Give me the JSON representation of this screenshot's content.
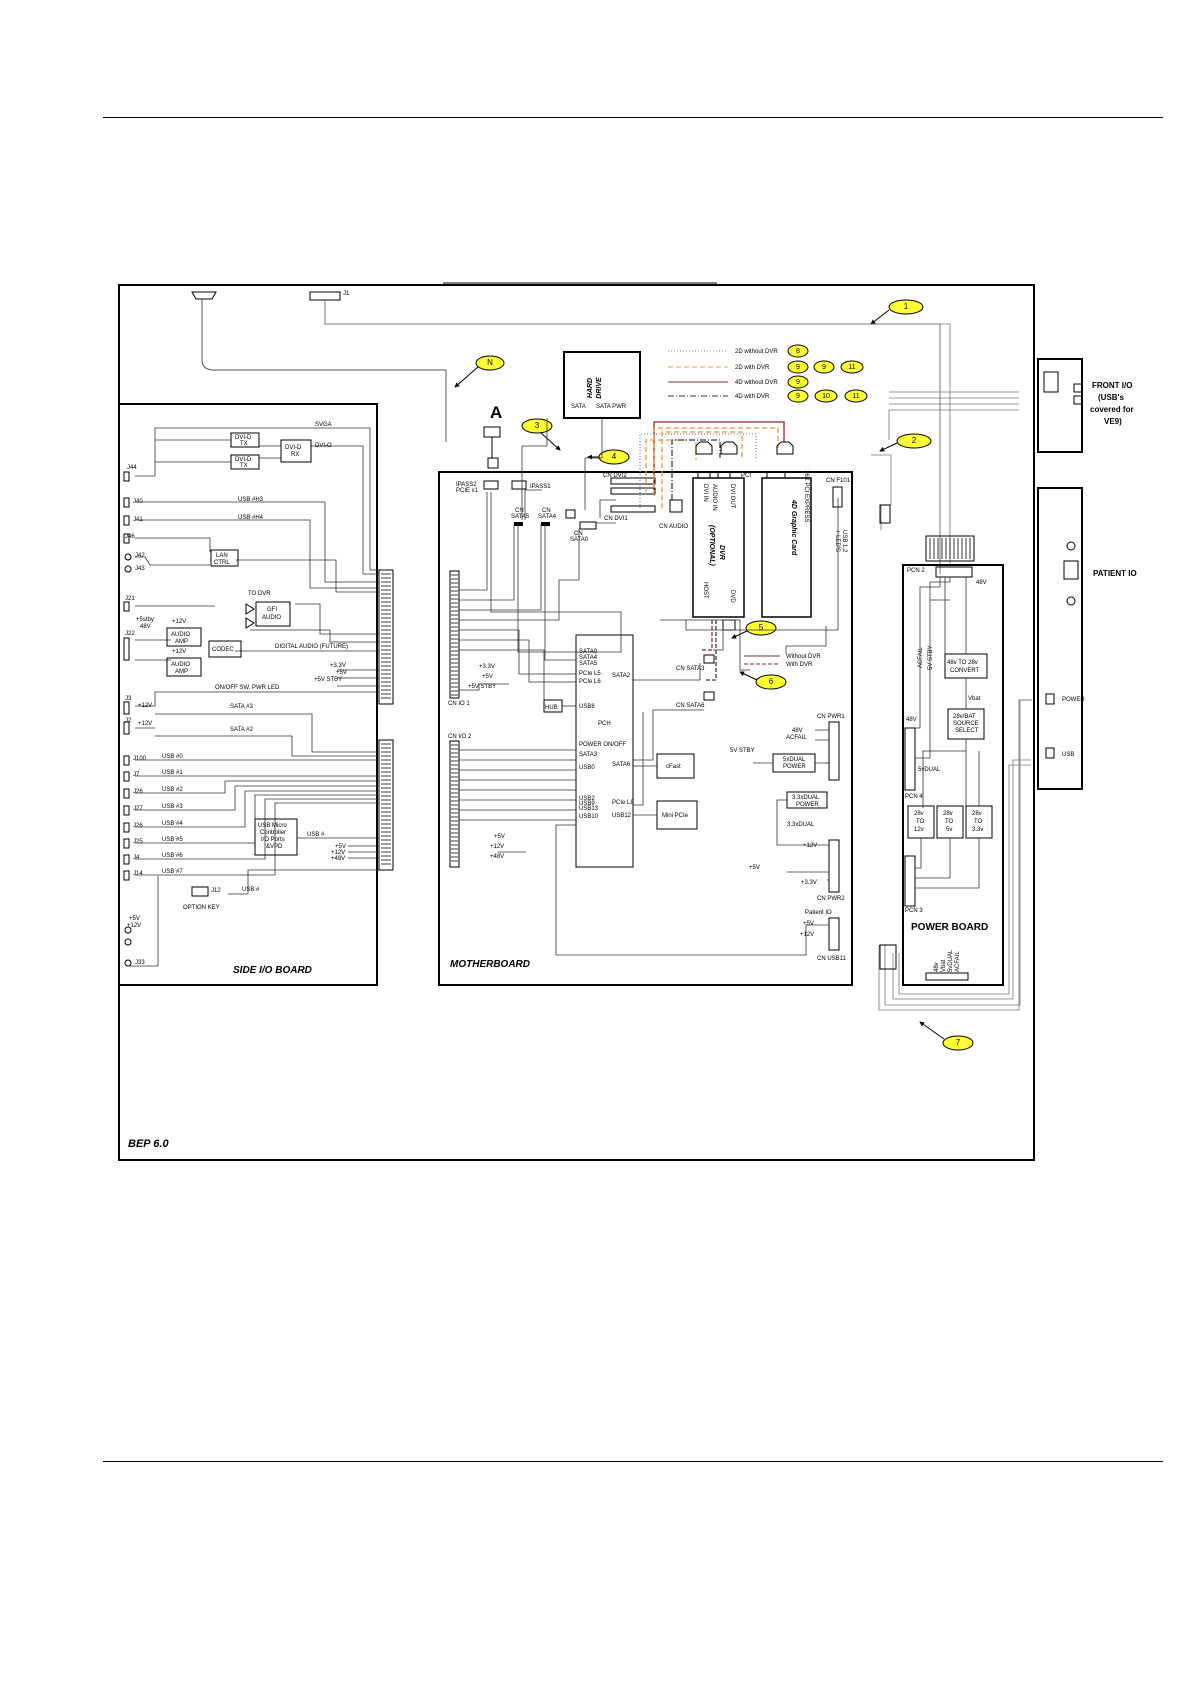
{
  "figure": {
    "board_title": "BEP 6.0",
    "side_io": {
      "title": "SIDE I/O BOARD",
      "connectors": [
        "J44",
        "J40",
        "J41",
        "J46",
        "J42",
        "J43",
        "J21",
        "J22",
        "J3",
        "J2",
        "J100",
        "J7",
        "J26",
        "J27",
        "J26",
        "J25",
        "J4",
        "J14",
        "J33"
      ],
      "labels": {
        "svga": "SVGA",
        "dvi_tx1": "DVI-D TX",
        "dvi_tx2": "DVI-D TX",
        "dvi_rx": "DVI-D RX",
        "dvi_o": "DVI-O",
        "usb_h3": "USB #H3",
        "usb_h4": "USB #H4",
        "lan": "LAN CTRL",
        "to_dvr": "TO DVR",
        "gfi_audio": "GFI AUDIO",
        "audio_amp1": "AUDIO AMP",
        "audio_amp2": "AUDIO AMP",
        "codec": "CODEC",
        "digital_audio": "DIGITAL AUDIO (FUTURE)",
        "p12v_a": "+12V",
        "p12v_b": "+12V",
        "p5stby_48v": "+5stby 48V",
        "rails": "+3.3V +5V +5V STBY",
        "pwr_led": "ON/OFF SW. PWR LED",
        "sata3": "SATA #3",
        "sata2": "SATA #2",
        "p12v_j3": "+12V",
        "p12v_j2": "+12V",
        "usb0": "USB #0",
        "usb1": "USB #1",
        "usb2": "USB #2",
        "usb3": "USB #3",
        "usb4": "USB #4",
        "usb5": "USB #5",
        "usb6": "USB #6",
        "usb7": "USB #7",
        "usb_micro": "USB Micro Controller I/O Ports &VPD",
        "usb_hash": "USB #",
        "pwr_rails2": "+5V +12V +48V",
        "usb9": "USB #",
        "j12": "J12",
        "option_key": "OPTION KEY",
        "p5v_p12v": "+5V +12V"
      }
    },
    "motherboard": {
      "title": "MOTHERBOARD",
      "labels": {
        "ipass2": "IPASS2 PCIE x1",
        "ipass1": "IPASS1",
        "cn_sata5": "CN SATA5",
        "cn_sata4": "CN SATA4",
        "cn_sata0": "CN SATA0",
        "cn_dvi2": "CN DVI2",
        "cn_dvi1": "CN DVI1",
        "cn_audio": "CN AUDIO",
        "pci": "PCI",
        "pcie16": "16X PCI EXPRESS",
        "cn_f101": "CN F101",
        "usb_leds": "USB 1,2 + LED'S",
        "dvr": "DVR (OPTIONAL)",
        "dvi_in": "DVI IN",
        "audio_in": "AUDIO IN",
        "dvi_out": "DVI OUT",
        "host": "HOST",
        "dvd": "DVD",
        "graphic_card": "4D Graphic Card",
        "cn_io1": "CN IO 1",
        "cn_io2": "CN I/O 2",
        "rails_io1": "+3.3V +5V +5V STBY",
        "pch": "PCH",
        "sata0": "SATA0",
        "sata4": "SATA4",
        "sata5": "SATA5",
        "pcie_l5": "PCIe L5",
        "pcie_l6": "PCIe L6",
        "sata2": "SATA2",
        "cn_sata3": "CN SATA3",
        "cn_sata6": "CN SATA6",
        "hub": "HUB",
        "usb8": "USB8",
        "power_onoff": "POWER ON/OFF",
        "sata3": "SATA3",
        "sata6": "SATA6",
        "usb0": "USB0",
        "cfast": "cFast",
        "usb_group": "USB2 USB9 USB13",
        "pcie_l8": "PCIe L8",
        "mini_pcie": "Mini PCIe",
        "usb10": "USB10",
        "usb12": "USB12",
        "rails_bottom": "+5V +12V +48V",
        "without_dvr": "Without DVR",
        "with_dvr": "With DVR",
        "cn_pwr1": "CN PWR1",
        "v48_acfail": "48V ACFAIL",
        "v5stby": "5V STBY",
        "v5dual_power": "5xDUAL POWER",
        "v33dual_power": "3.3xDUAL POWER",
        "v33dual": "3.3xDUAL",
        "p12v": "+12V",
        "p5v": "+5V",
        "p33v": "+3.3V",
        "cn_pwr2": "CN PWR2",
        "patient_io": "Patient IO",
        "p5v_p12v": "+5V +12V",
        "cn_usb11": "CN USB11"
      }
    },
    "hard_drive": {
      "title": "HARD DRIVE",
      "sata": "SATA",
      "sata_pwr": "SATA PWR"
    },
    "marker_a": "A",
    "j1": "J1",
    "legend": [
      {
        "label": "2D without DVR",
        "refs": [
          "8"
        ],
        "color": "#6c8fd6",
        "style": "dotted"
      },
      {
        "label": "2D with DVR",
        "refs": [
          "9",
          "9",
          "11"
        ],
        "color": "#f0953a",
        "style": "dashed"
      },
      {
        "label": "4D without DVR",
        "refs": [
          "9"
        ],
        "color": "#8b2b2b",
        "style": "solid"
      },
      {
        "label": "4D with DVR",
        "refs": [
          "9",
          "10",
          "11"
        ],
        "color": "#3a3a3a",
        "style": "dashdot"
      }
    ],
    "callouts": [
      "1",
      "2",
      "3",
      "4",
      "5",
      "6",
      "7",
      "N"
    ],
    "power_board": {
      "title": "POWER BOARD",
      "pcn2": "PCN 2",
      "pcn4": "PCN 4",
      "pcn3": "PCN 3",
      "v48": "48V",
      "acfail": "ACFAIL",
      "v5stby": "5V STBY",
      "convert": "48v TO 28v CONVERT",
      "vbat": "Vbat",
      "source_select": "28v/BAT SOURCE SELECT",
      "v48b": "48V",
      "v5dual": "5vDUAL",
      "to12": "28v TO 12v",
      "to5": "28v TO 5v",
      "to33": "28v TO 3.3v",
      "bottom_labels": "48v Vbat 5vDUAL ACFAIL"
    },
    "front_io": {
      "title": "FRONT I/O (USB's covered for VE9)"
    },
    "patient_io": {
      "title": "PATIENT IO",
      "power": "POWER",
      "usb": "USB"
    }
  }
}
